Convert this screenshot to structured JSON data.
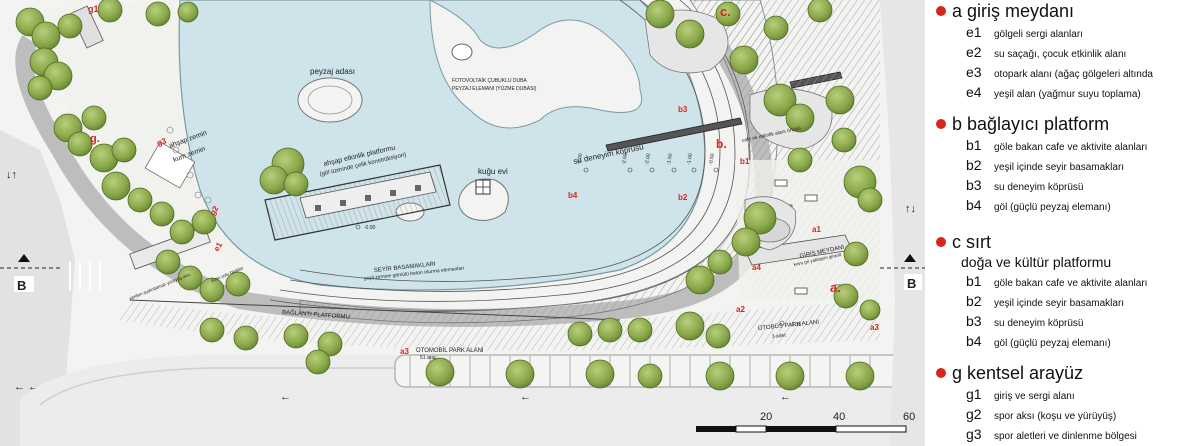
{
  "plan": {
    "red_labels": {
      "g1": "g1",
      "g2": "g2",
      "g3": "g3",
      "g": "g.",
      "c": "c.",
      "b": "b.",
      "a": "a.",
      "b1": "b1",
      "b2": "b2",
      "b3": "b3",
      "b4": "b4",
      "a1": "a1",
      "a2": "a2",
      "a3": "a3",
      "a3b": "a3",
      "a4": "a4",
      "e1": "e1"
    },
    "labels": {
      "peyzaj_adasi": "peyzaj adası",
      "fotovoltaik_1": "FOTOVOLTAİK ÇUBUKLU DUBA",
      "fotovoltaik_2": "PEYZAJ ELEMANI (YÜZME DUBASI)",
      "ahsap_zemin": "ahşap zemin",
      "kum_zemin": "kum zemin",
      "platform_1": "ahşap etkinlik platformu",
      "platform_2": "(göl üzerinde çelik konstrüksiyon)",
      "kugu_evi": "kuğu evi",
      "kopru": "su deneyim köprüsü",
      "cafe": "cafe ve etkinlik alanı örtüsü",
      "seyir_1": "SEYİR BASAMAKLARI",
      "seyir_2": "yeşil zemine gömülü beton oturma elemanları",
      "baglanti": "BAĞLANTI PLATFORMU",
      "otomobil_1": "OTOMOBİL PARK ALANI",
      "otomobil_2": "51 araç",
      "otobus_1": "OTOBÜS PARK ALANI",
      "otobus_2": "3 adet",
      "giris_1": "GİRİŞ MEYDANI",
      "giris_2": "kovu gri yaklaşım giranit",
      "yuruyus": "yerden aydınlatmalı yürüyüş aksı",
      "kosu": "koşu yolu bisiklet",
      "section_left": "B",
      "section_right": "B"
    },
    "elevations": {
      "e1": "-3.00",
      "e2": "-2.50",
      "e3": "-2.00",
      "e4": "-1.50",
      "e5": "-1.00",
      "e6": "-0.50",
      "e7": "-1.15",
      "e8": "-0.90"
    },
    "scale": {
      "t20": "20",
      "t40": "40",
      "t60": "60"
    }
  },
  "legend": {
    "sections": [
      {
        "title": "a giriş meydanı",
        "items": [
          {
            "code": "e1",
            "text": "gölgeli sergi alanları"
          },
          {
            "code": "e2",
            "text": "su saçağı, çocuk etkinlik alanı"
          },
          {
            "code": "e3",
            "text": "otopark alanı (ağaç gölgeleri altında"
          },
          {
            "code": "e4",
            "text": "yeşil alan (yağmur suyu toplama)"
          }
        ]
      },
      {
        "title": "b bağlayıcı platform",
        "items": [
          {
            "code": "b1",
            "text": "göle bakan cafe ve aktivite alanları"
          },
          {
            "code": "b2",
            "text": "yeşil içinde seyir basamakları"
          },
          {
            "code": "b3",
            "text": "su deneyim köprüsü"
          },
          {
            "code": "b4",
            "text": "göl (güçlü peyzaj elemanı)"
          }
        ]
      },
      {
        "title": "c sırt",
        "subtitle": "doğa ve kültür platformu",
        "items": [
          {
            "code": "b1",
            "text": "göle bakan cafe ve aktivite alanları"
          },
          {
            "code": "b2",
            "text": "yeşil içinde seyir basamakları"
          },
          {
            "code": "b3",
            "text": "su deneyim köprüsü"
          },
          {
            "code": "b4",
            "text": "göl (güçlü peyzaj elemanı)"
          }
        ]
      },
      {
        "title": "g kentsel arayüz",
        "items": [
          {
            "code": "g1",
            "text": "giriş ve sergi alanı"
          },
          {
            "code": "g2",
            "text": "spor aksı (koşu ve yürüyüş)"
          },
          {
            "code": "g3",
            "text": "spor aletleri ve dinlenme bölgesi"
          }
        ]
      }
    ]
  },
  "colors": {
    "accent": "#d6261b",
    "water": "#cfe4ea",
    "tree": "#8fae4e",
    "text": "#111111"
  }
}
